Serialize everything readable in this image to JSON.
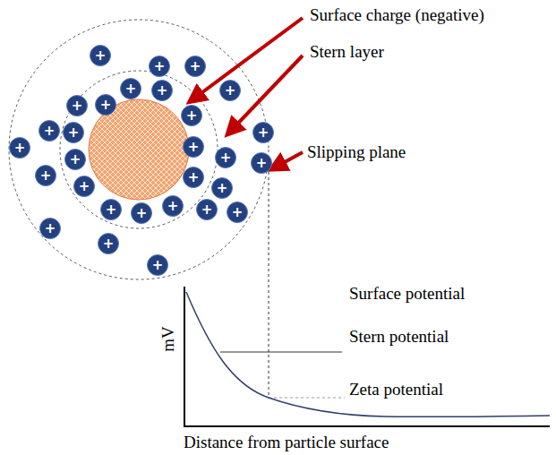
{
  "diagram": {
    "nodes": [
      {
        "text": [
          "+"
        ]
      },
      {
        "text": [
          "+"
        ]
      },
      {
        "text": [
          "+"
        ]
      },
      {
        "text": [
          "+"
        ]
      },
      {
        "text": [
          "+"
        ]
      },
      {
        "text": [
          "+"
        ]
      },
      {
        "text": [
          "+"
        ]
      },
      {
        "text": [
          "+"
        ]
      },
      {
        "text": [
          "+"
        ]
      },
      {
        "text": [
          "+"
        ]
      },
      {
        "text": [
          "+"
        ]
      },
      {
        "text": [
          "+"
        ]
      },
      {
        "text": [
          "+"
        ]
      },
      {
        "text": [
          "+"
        ]
      },
      {
        "text": [
          "+"
        ]
      },
      {
        "text": [
          "+"
        ]
      },
      {
        "text": [
          "+"
        ]
      },
      {
        "text": [
          "+"
        ]
      },
      {
        "text": [
          "+"
        ]
      },
      {
        "text": [
          "+"
        ]
      },
      {
        "text": [
          "+"
        ]
      },
      {
        "text": [
          "+"
        ]
      },
      {
        "text": [
          "+"
        ]
      },
      {
        "text": [
          "+"
        ]
      },
      {
        "text": [
          "+"
        ]
      },
      {
        "text": [
          "+"
        ]
      },
      {
        "text": [
          "+"
        ]
      },
      {
        "text": [
          "+"
        ]
      },
      {
        "text": [
          "+"
        ]
      }
    ],
    "labels": [
      "Surface charge (negative)",
      "Stern layer",
      "Slipping plane",
      "Surface potential",
      "Stern potential",
      "Zeta potential",
      "mV",
      "Distance from particle surface"
    ]
  }
}
